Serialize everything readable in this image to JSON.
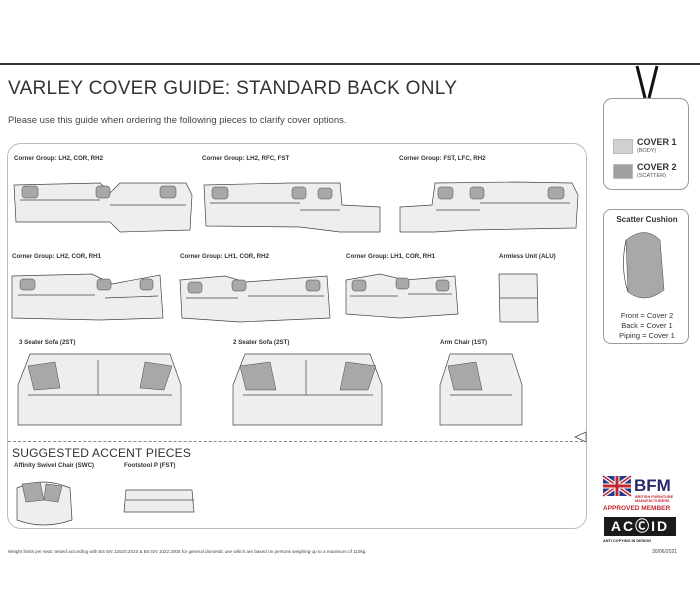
{
  "header": {
    "title": "VARLEY COVER GUIDE: STANDARD BACK ONLY",
    "subtitle": "Please use this guide when ordering the following pieces to clarify cover options."
  },
  "pieces": [
    {
      "label": "Corner Group: LH2, COR, RH2"
    },
    {
      "label": "Corner Group: LH2, RFC, FST"
    },
    {
      "label": "Corner Group: FST, LFC, RH2"
    },
    {
      "label": "Corner Group: LH2, COR, RH1"
    },
    {
      "label": "Corner Group: LH1, COR, RH2"
    },
    {
      "label": "Corner Group: LH1, COR, RH1"
    },
    {
      "label": "Armless Unit (ALU)"
    },
    {
      "label": "3 Seater Sofa (2ST)"
    },
    {
      "label": "2 Seater Sofa (2ST)"
    },
    {
      "label": "Arm Chair (1ST)"
    }
  ],
  "accent": {
    "title": "SUGGESTED ACCENT PIECES",
    "items": [
      {
        "label": "Affinity Swivel Chair (SWC)"
      },
      {
        "label": "Footstool P (FST)"
      }
    ]
  },
  "legend": {
    "cover1": {
      "name": "COVER 1",
      "sub": "(BODY)",
      "color": "#d0d0d0"
    },
    "cover2": {
      "name": "COVER 2",
      "sub": "(SCATTER)",
      "color": "#a0a0a0"
    }
  },
  "scatter": {
    "title": "Scatter Cushion",
    "lines": [
      "Front = Cover 2",
      "Back = Cover 1",
      "Piping = Cover 1"
    ]
  },
  "badges": {
    "bfm": "BFM",
    "bfm_sub1": "BRITISH FURNITURE",
    "bfm_sub2": "MANUFACTURERS",
    "approved": "APPROVED MEMBER",
    "acid": "ACⒸID",
    "acid_sub": "ANTI COPYING IN DESIGN"
  },
  "footer": {
    "note": "Weight limits per seat: tested according with BS EN 12520:2010 & BS EN 1022:2005 for general domestic use which are based on persons weighing up to a maximum of 110kg.",
    "date": "30/06/2021"
  }
}
